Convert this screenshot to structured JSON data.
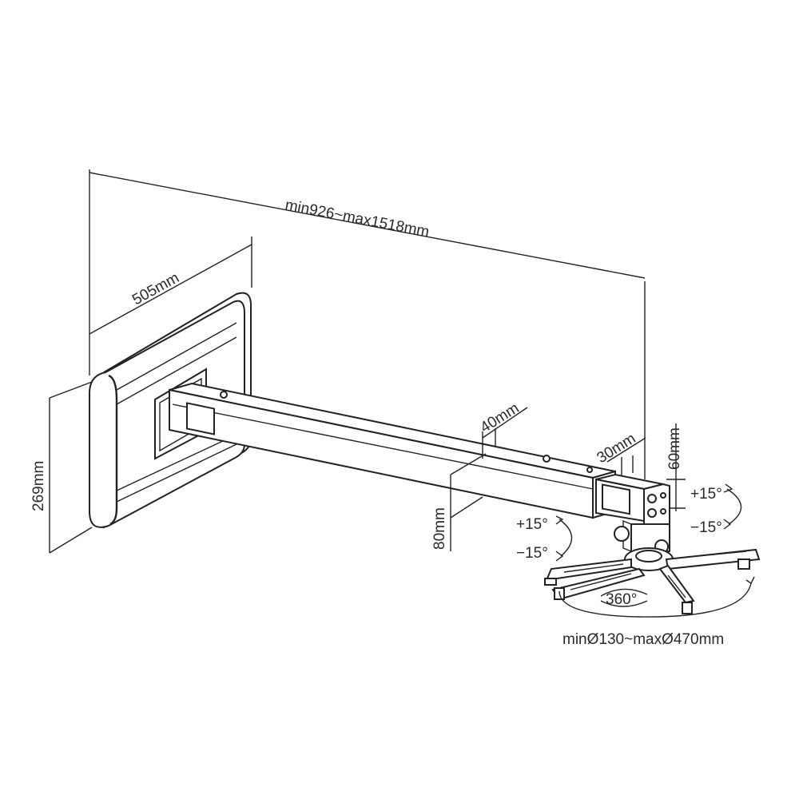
{
  "dimensions": {
    "overall_length": "min926~max1518mm",
    "plate_width": "505mm",
    "plate_height": "269mm",
    "arm_width": "40mm",
    "arm_height": "80mm",
    "inner_width": "30mm",
    "inner_height": "60mm",
    "bracket_range": "minØ130~maxØ470mm"
  },
  "angles": {
    "tilt_up": "+15°",
    "tilt_down": "−15°",
    "swivel_up": "+15°",
    "swivel_down": "−15°",
    "rotation": "360°"
  }
}
